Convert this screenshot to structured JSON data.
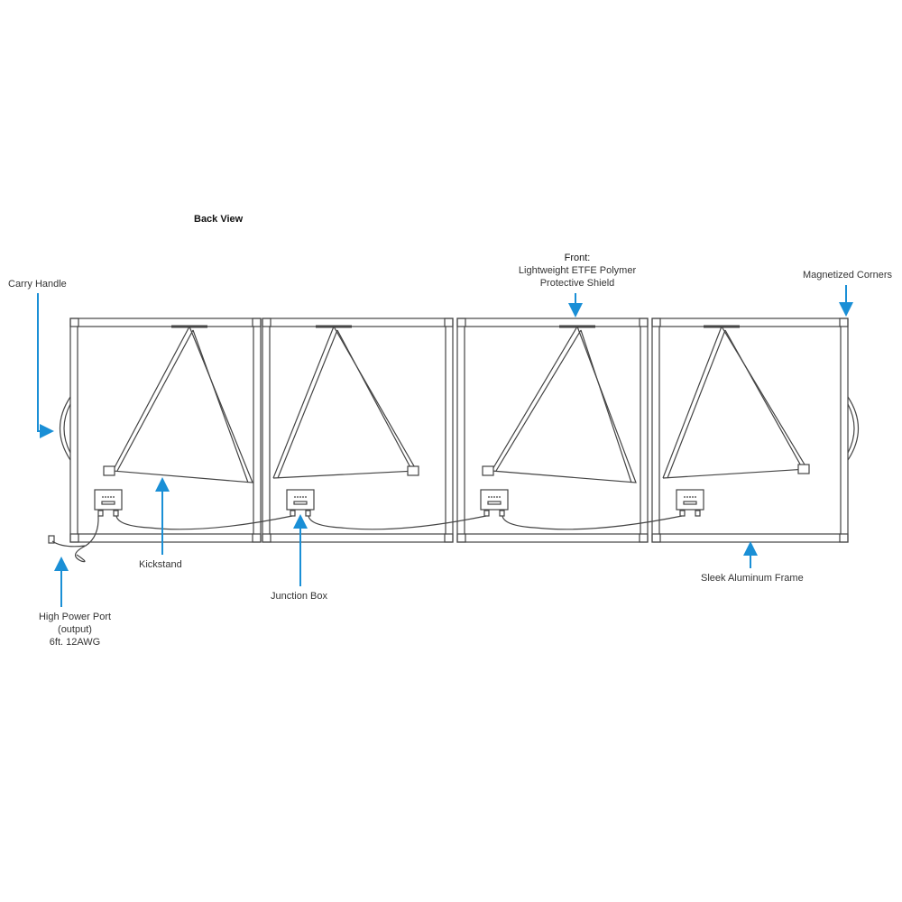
{
  "title": "Back View",
  "labels": {
    "carry_handle": "Carry Handle",
    "front_heading": "Front:",
    "front_line1": "Lightweight ETFE Polymer",
    "front_line2": "Protective Shield",
    "magnetized_corners": "Magnetized Corners",
    "kickstand": "Kickstand",
    "junction_box": "Junction Box",
    "port_line1": "High Power Port",
    "port_line2": "(output)",
    "port_line3": "6ft. 12AWG",
    "frame": "Sleek Aluminum Frame"
  },
  "colors": {
    "arrow": "#1a8fd6",
    "line": "#444444"
  }
}
